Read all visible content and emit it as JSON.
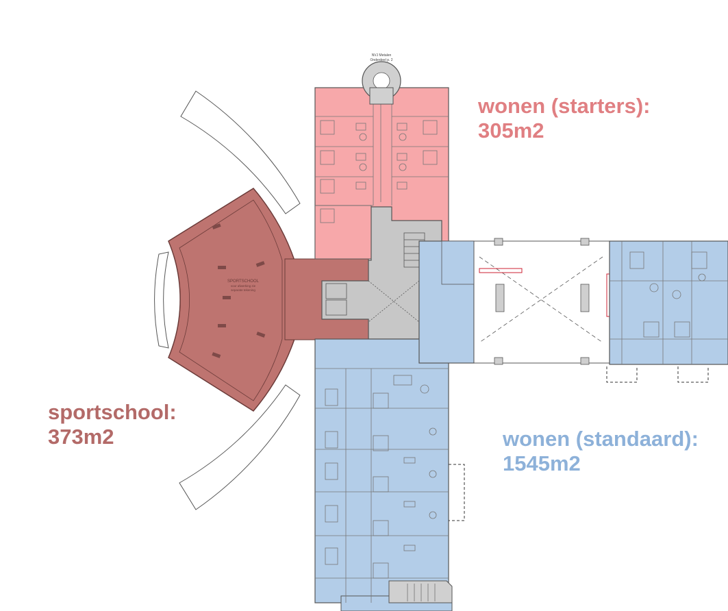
{
  "colors": {
    "starters_text": "#e07f82",
    "starters_fill": "#f7a8aa",
    "sport_text": "#b36a68",
    "sport_fill": "#be7470",
    "standaard_text": "#8db1d9",
    "standaard_fill": "#b3cde8",
    "core_fill": "#c7c7c7",
    "wall": "#555555"
  },
  "zones": {
    "starters": {
      "name": "wonen (starters):",
      "area": "305m2"
    },
    "sport": {
      "name": "sportschool:",
      "area": "373m2"
    },
    "standaard": {
      "name": "wonen (standaard):",
      "area": "1545m2"
    }
  },
  "plan_text": {
    "sport_room": "SPORTSCHOOL",
    "sport_room_sub1": "voor afwerking zie",
    "sport_room_sub2": "separate tekening",
    "top_note1": "NVJ Metalen",
    "top_note2": "Onderdeel p. 2"
  }
}
